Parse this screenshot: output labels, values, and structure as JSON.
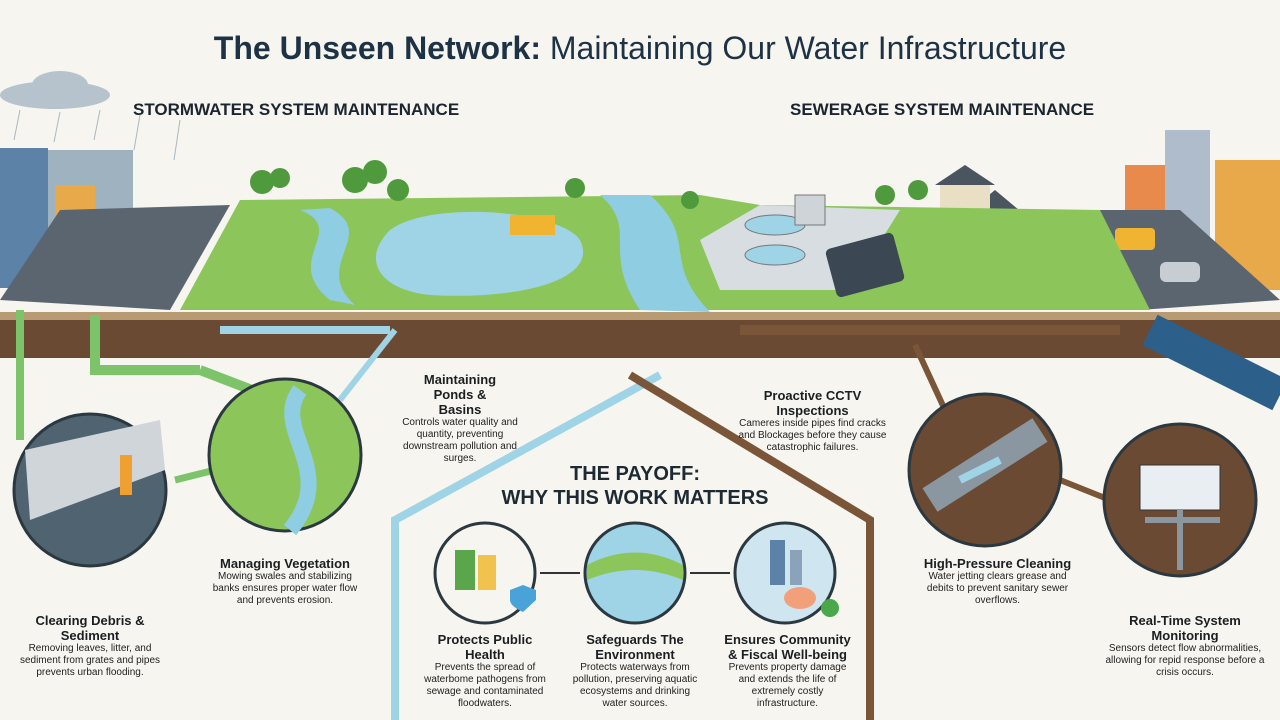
{
  "title": {
    "bold": "The Unseen Network:",
    "rest": " Maintaining Our Water Infrastructure"
  },
  "sections": {
    "stormwater": "STORMWATER SYSTEM MAINTENANCE",
    "sewerage": "SEWERAGE SYSTEM MAINTENANCE"
  },
  "stormwater_items": [
    {
      "heading": "Clearing Debris & Sediment",
      "text": "Removing leaves, litter, and sediment from grates and pipes prevents urban flooding.",
      "icon": "worker-clearing-grate-icon"
    },
    {
      "heading": "Managing Vegetation",
      "text": "Mowing swales and stabilizing banks ensures proper water flow and prevents erosion.",
      "icon": "worker-mowing-icon"
    },
    {
      "heading": "Maintaining Ponds & Basins",
      "text": "Controls water quality and quantity, preventing downstream pollution and surges.",
      "icon": "excavator-pond-icon"
    }
  ],
  "sewerage_items": [
    {
      "heading": "Proactive CCTV Inspections",
      "text": "Cameres inside pipes find cracks and Blockages before they cause catastrophic failures.",
      "icon": "tablet-inspection-icon"
    },
    {
      "heading": "High-Pressure Cleaning",
      "text": "Water jetting clears grease and debits to prevent sanitary sewer overflows.",
      "icon": "water-jet-icon"
    },
    {
      "heading": "Real-Time System Monitoring",
      "text": "Sensors detect flow abnormalities, allowing for repid response before a crisis occurs.",
      "icon": "monitor-sensor-icon"
    }
  ],
  "payoff": {
    "title_line1": "THE PAYOFF:",
    "title_line2": "WHY THIS WORK MATTERS",
    "items": [
      {
        "heading": "Protects Public Health",
        "text": "Prevents the spread of waterbome pathogens from sewage and contaminated floodwaters.",
        "icon": "family-shield-icon"
      },
      {
        "heading": "Safeguards The Environment",
        "text": "Protects waterways from pollution, preserving aquatic ecosystems and drinking water sources.",
        "icon": "river-ecosystem-icon"
      },
      {
        "heading": "Ensures Community & Fiscal Well-being",
        "text": "Prevents property damage and extends the life of extremely costly infrastructure.",
        "icon": "city-piggybank-icon"
      }
    ]
  },
  "colors": {
    "stormwater_pipe": "#7cc36a",
    "storm_water": "#9fd3e6",
    "sewer_pipe": "#7a5538",
    "ground": "#6b4a33",
    "grass": "#8cc65a",
    "title": "#1d3345"
  }
}
